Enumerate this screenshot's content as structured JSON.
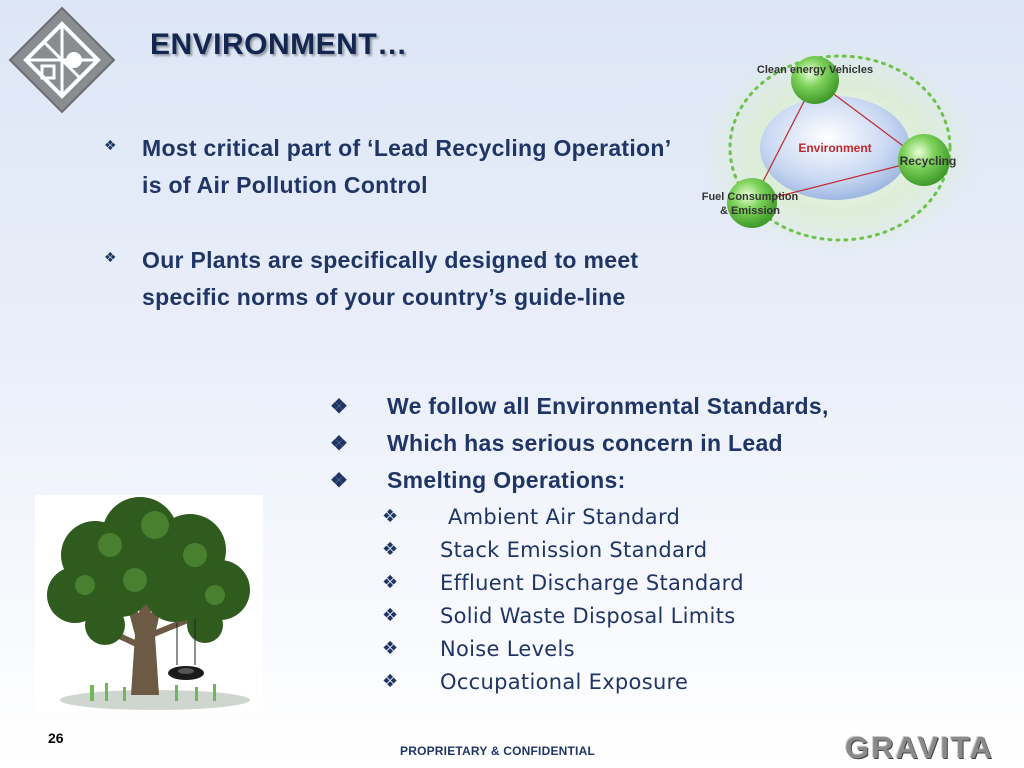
{
  "slide": {
    "title": "ENVIRONMENT…",
    "page_number": "26",
    "footer": "PROPRIETARY & CONFIDENTIAL",
    "brand": "GRAVITA"
  },
  "bullets_primary": [
    {
      "text": "Most critical part of ‘Lead Recycling Operation’ is of Air Pollution Control"
    },
    {
      "text": "Our Plants are specifically designed to meet specific norms of your country’s guide-line"
    }
  ],
  "bullets_secondary": [
    {
      "text": "We follow all Environmental Standards,"
    },
    {
      "text": "Which has serious concern in Lead"
    },
    {
      "text": "Smelting Operations:"
    }
  ],
  "standards": [
    {
      "text": "Ambient Air Standard"
    },
    {
      "text": "Stack Emission Standard"
    },
    {
      "text": "Effluent Discharge Standard"
    },
    {
      "text": "Solid Waste Disposal Limits"
    },
    {
      "text": "Noise Levels"
    },
    {
      "text": "Occupational Exposure"
    }
  ],
  "diagram": {
    "center": "Environment",
    "node_top": "Clean energy Vehicles",
    "node_right": "Recycling",
    "node_left_line1": "Fuel Consumption",
    "node_left_line2": "& Emission"
  },
  "colors": {
    "text": "#1f3566",
    "title": "#12264f",
    "node_green": "#6cc24a",
    "center_red": "#c0282d"
  }
}
